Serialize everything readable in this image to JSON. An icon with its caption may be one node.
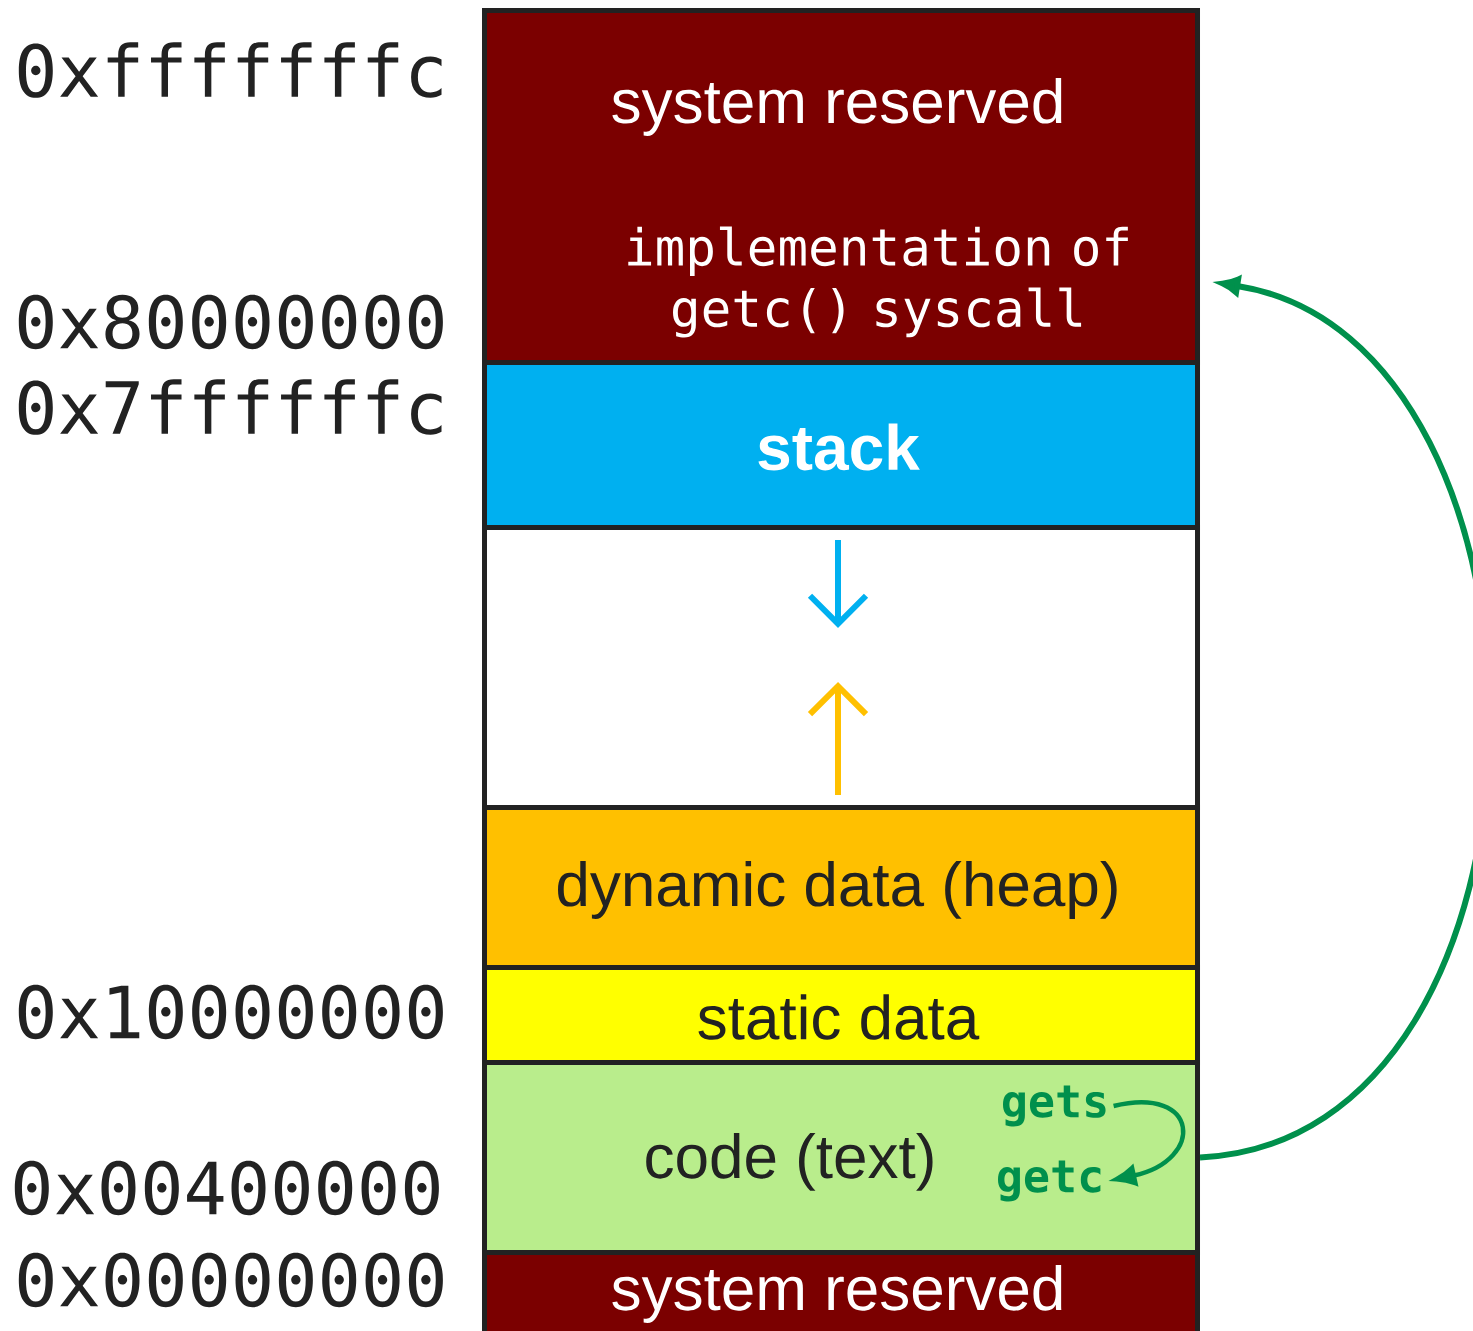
{
  "diagram": {
    "nodes": [
      {
        "text": [
          "system reserved"
        ]
      },
      {
        "text": [
          "implementation of getc() syscall"
        ],
        "in": 0
      },
      {
        "text": [
          "stack"
        ]
      },
      {
        "text": [],
        "shape": "box"
      },
      {
        "text": [
          "dynamic data (heap)"
        ]
      },
      {
        "text": [
          "static data"
        ]
      },
      {
        "text": [
          "code (text)"
        ]
      },
      {
        "text": [
          "gets"
        ],
        "in": 6
      },
      {
        "text": [
          "getc"
        ],
        "in": 6
      },
      {
        "text": [
          "system reserved"
        ]
      }
    ],
    "edges": [
      {
        "from": 7,
        "to": 8,
        "arrow": "to"
      },
      {
        "from": 6,
        "to": 1,
        "arrow": "to"
      }
    ],
    "labels": [
      "0xfffffffc",
      "0x80000000",
      "0x7ffffffc",
      "0x10000000",
      "0x00400000",
      "0x00000000"
    ]
  }
}
